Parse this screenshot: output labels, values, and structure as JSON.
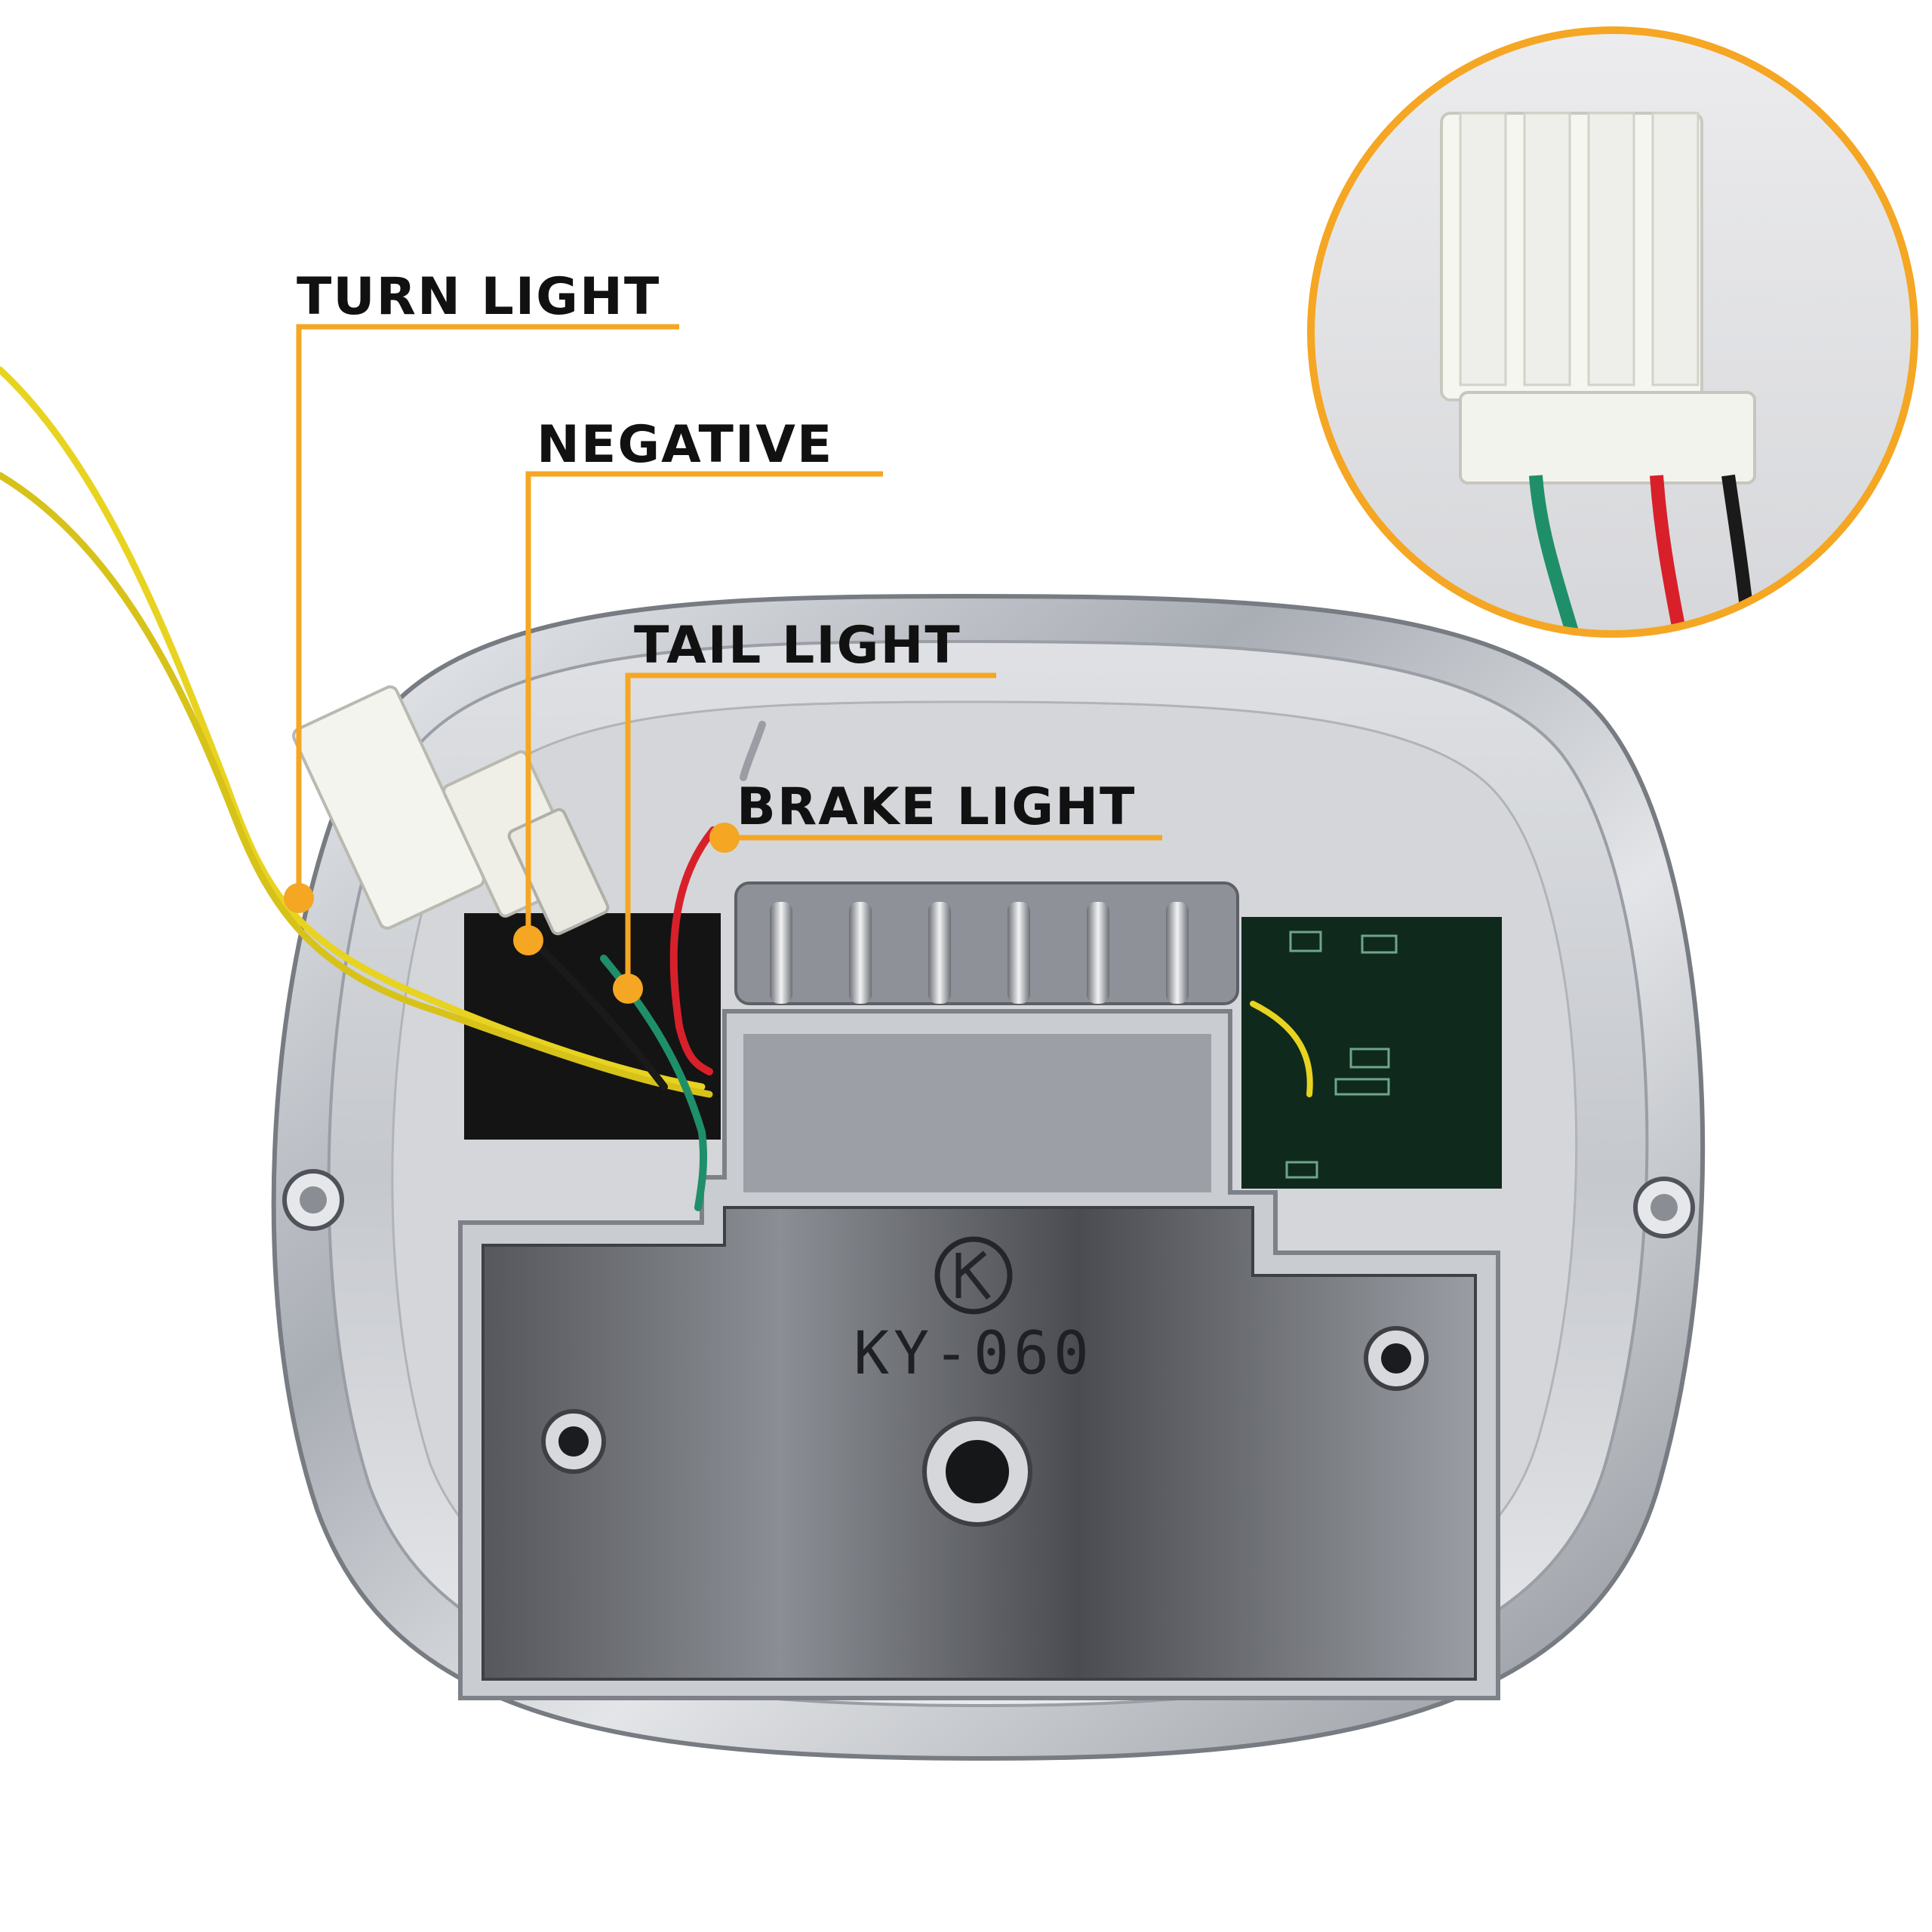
{
  "callouts": {
    "turn_light": "TURN LIGHT",
    "negative": "NEGATIVE",
    "tail_light": "TAIL LIGHT",
    "brake_light": "BRAKE LIGHT"
  },
  "housing_marking": "KY-060",
  "colors": {
    "callout_orange": "#f5a623",
    "label_text": "#111111",
    "wire_yellow": "#e8d320",
    "wire_green": "#1f8f6a",
    "wire_red": "#d8202a",
    "wire_black": "#1a1a1a",
    "connector_white": "#f4f4ef",
    "chrome": "#b9bcc2"
  },
  "icons": [
    "logo-ky-emblem",
    "screw-icon",
    "connector-plug"
  ]
}
